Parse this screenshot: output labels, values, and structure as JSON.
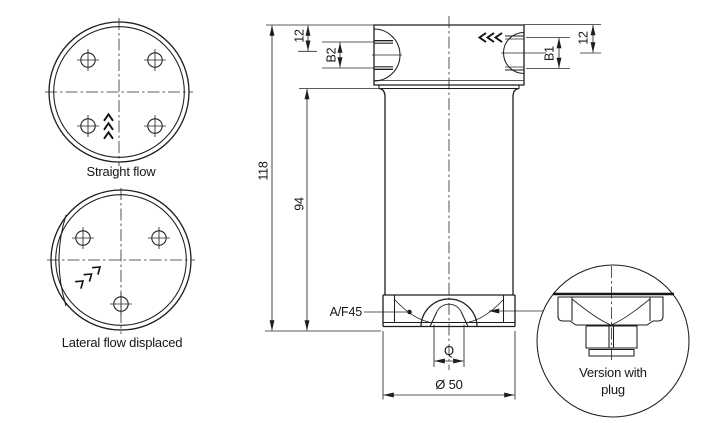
{
  "colors": {
    "line": "#1d1d1f",
    "text": "#15151c",
    "background": "#ffffff"
  },
  "views": {
    "straight": {
      "caption": "Straight flow"
    },
    "lateral": {
      "caption": "Lateral flow displaced"
    },
    "detail": {
      "caption_line1": "Version with",
      "caption_line2": "plug"
    }
  },
  "dims": {
    "total_height": "118",
    "body_height": "94",
    "port_depth_left": "12",
    "port_depth_right": "12",
    "port_left": "B2",
    "port_right": "B1",
    "wrench_flats": "A/F45",
    "plug_port": "Q",
    "outer_diameter": "Ø 50"
  }
}
